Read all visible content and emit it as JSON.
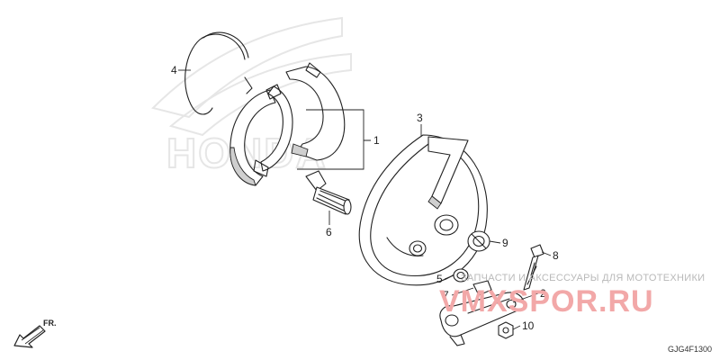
{
  "diagram": {
    "callouts": {
      "c1": "1",
      "c2": "2",
      "c3": "3",
      "c4": "4",
      "c5": "5",
      "c6": "6",
      "c7": "7",
      "c8": "8",
      "c9": "9",
      "c10": "10"
    },
    "front_arrow_label": "FR.",
    "drawing_code": "GJG4F1300",
    "background_brand": "HONDA",
    "watermark_caption": "ЗАПЧАСТИ И АКСЕССУАРЫ ДЛЯ МОТОТЕХНИКИ",
    "watermark_logo": "VMXSPOR.RU"
  }
}
